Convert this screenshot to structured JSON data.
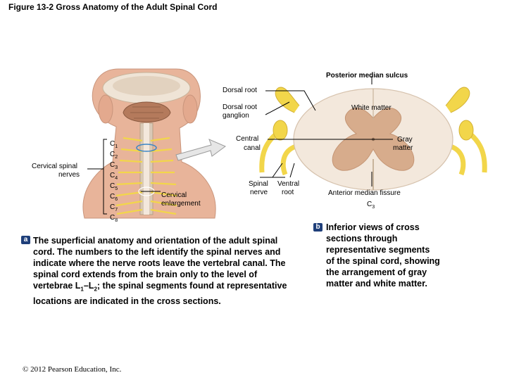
{
  "figure": {
    "title": "Figure 13-2 Gross Anatomy of the Adult Spinal Cord"
  },
  "panel_a": {
    "badge": "a",
    "labels": {
      "dorsal_root": "Dorsal root",
      "dorsal_root_ganglion_1": "Dorsal root",
      "dorsal_root_ganglion_2": "ganglion",
      "central_canal_1": "Central",
      "central_canal_2": "canal",
      "spinal_nerve_1": "Spinal",
      "spinal_nerve_2": "nerve",
      "ventral_root_1": "Ventral",
      "ventral_root_2": "root",
      "cervical_spinal_nerves_1": "Cervical spinal",
      "cervical_spinal_nerves_2": "nerves",
      "cervical_enlargement_1": "Cervical",
      "cervical_enlargement_2": "enlargement"
    },
    "segments": [
      {
        "letter": "C",
        "num": "1"
      },
      {
        "letter": "C",
        "num": "2"
      },
      {
        "letter": "C",
        "num": "3"
      },
      {
        "letter": "C",
        "num": "4"
      },
      {
        "letter": "C",
        "num": "5"
      },
      {
        "letter": "C",
        "num": "6"
      },
      {
        "letter": "C",
        "num": "7"
      },
      {
        "letter": "C",
        "num": "8"
      }
    ],
    "caption": [
      "The superficial anatomy and orientation of the adult spinal",
      "cord. The numbers to the left identify the spinal nerves and",
      "indicate where the nerve roots leave the vertebral canal. The",
      "spinal cord extends from the brain only to the level of",
      "locations are indicated in the cross sections."
    ],
    "caption_vertebrae": {
      "prefix": "vertebrae L",
      "sub1": "1",
      "dash": "–L",
      "sub2": "2",
      "suffix": "; the spinal segments found at representative"
    }
  },
  "panel_b": {
    "badge": "b",
    "labels": {
      "posterior_median_sulcus": "Posterior median sulcus",
      "white_matter": "White matter",
      "gray_matter_1": "Gray",
      "gray_matter_2": "matter",
      "anterior_median_fissure": "Anterior median fissure",
      "section_letter": "C",
      "section_num": "3"
    },
    "caption": [
      "Inferior views of cross",
      "sections through",
      "representative segments",
      "of the spinal cord, showing",
      "the arrangement of gray",
      "matter and white matter."
    ]
  },
  "colors": {
    "skin": "#e8b49a",
    "white_matter": "#f3e8dc",
    "gray_matter": "#d7ac8c",
    "nerve_yellow": "#f2d64a",
    "badge_blue": "#1f3f7a"
  },
  "copyright": "© 2012 Pearson Education, Inc."
}
